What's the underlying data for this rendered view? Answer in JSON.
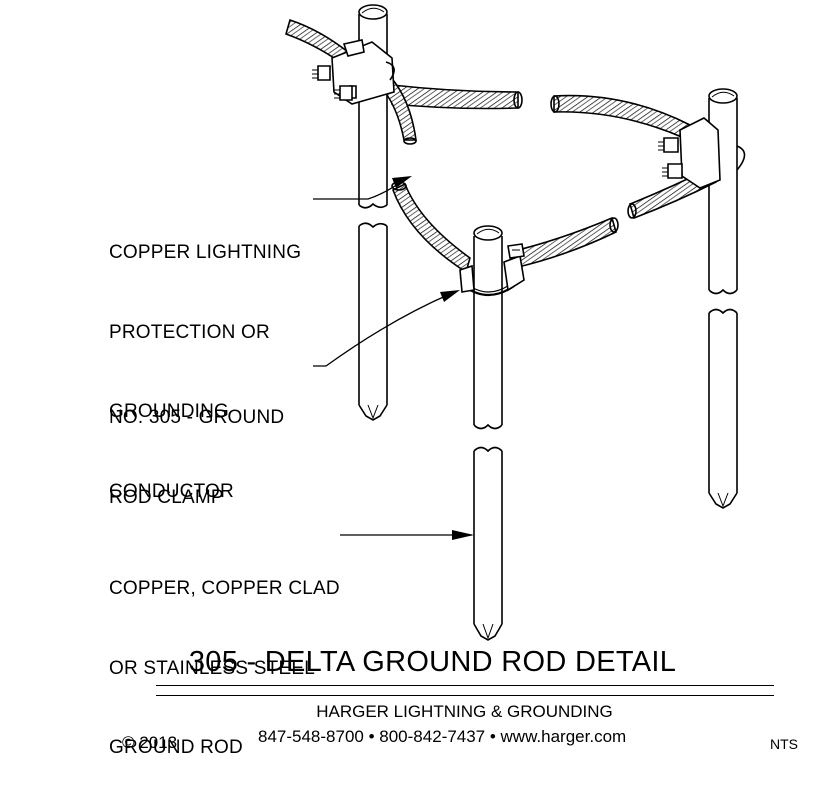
{
  "labels": {
    "conductor": [
      "COPPER LIGHTNING",
      "PROTECTION OR",
      "GROUNDING",
      "CONDUCTOR"
    ],
    "clamp": [
      "NO. 305 - GROUND",
      "ROD CLAMP"
    ],
    "rod": [
      "COPPER, COPPER CLAD",
      "OR STAINLESS STEEL",
      "GROUND ROD"
    ]
  },
  "title_block": {
    "title": "305 - DELTA GROUND ROD DETAIL",
    "company": "HARGER LIGHTNING & GROUNDING",
    "phones": "847-548-8700 • 800-842-7437 • www.harger.com",
    "copyright": "© 2013",
    "scale": "NTS"
  }
}
